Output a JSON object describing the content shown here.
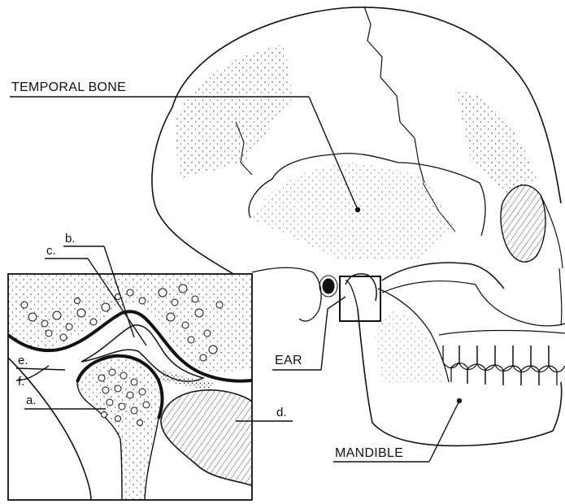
{
  "labels": {
    "temporal_bone": "TEMPORAL BONE",
    "ear": "EAR",
    "mandible": "MANDIBLE",
    "a": "a.",
    "b": "b.",
    "c": "c.",
    "d": "d.",
    "e": "e.",
    "f": "f."
  },
  "colors": {
    "ink": "#111111",
    "paper": "#ffffff"
  }
}
